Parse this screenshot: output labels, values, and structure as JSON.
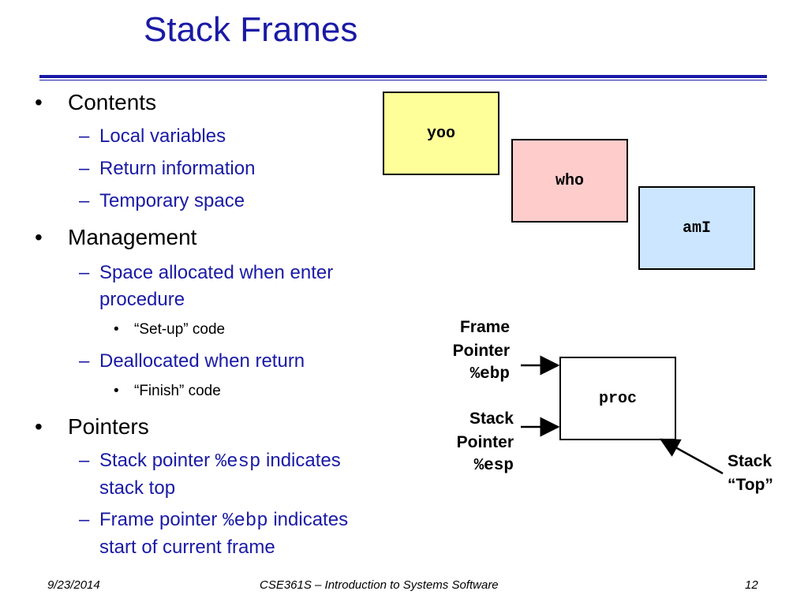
{
  "title": "Stack Frames",
  "sections": [
    {
      "heading": "Contents",
      "items": [
        {
          "text": "Local variables"
        },
        {
          "text": "Return information"
        },
        {
          "text": "Temporary space"
        }
      ]
    },
    {
      "heading": "Management",
      "items": [
        {
          "line1": "Space allocated when enter",
          "line2": "procedure",
          "sub": "“Set-up” code"
        },
        {
          "text": "Deallocated when return",
          "sub": "“Finish” code"
        }
      ]
    },
    {
      "heading": "Pointers",
      "items": [
        {
          "pre": "Stack pointer ",
          "reg": "%esp",
          "post": " indicates",
          "line2": "stack top"
        },
        {
          "pre": "Frame pointer ",
          "reg": "%ebp",
          "post": " indicates",
          "line2": "start of current frame"
        }
      ]
    }
  ],
  "diagram": {
    "frames": [
      {
        "name": "yoo",
        "color": "#ffff99"
      },
      {
        "name": "who",
        "color": "#ffcccc"
      },
      {
        "name": "amI",
        "color": "#cce6ff"
      }
    ],
    "proc": {
      "name": "proc",
      "color": "#ffffff"
    },
    "frame_pointer": {
      "line1": "Frame",
      "line2": "Pointer",
      "reg": "%ebp"
    },
    "stack_pointer": {
      "line1": "Stack",
      "line2": "Pointer",
      "reg": "%esp"
    },
    "stack_top": {
      "line1": "Stack",
      "line2": "“Top”"
    }
  },
  "footer": {
    "date": "9/23/2014",
    "course": "CSE361S – Introduction to Systems Software",
    "page": "12"
  }
}
